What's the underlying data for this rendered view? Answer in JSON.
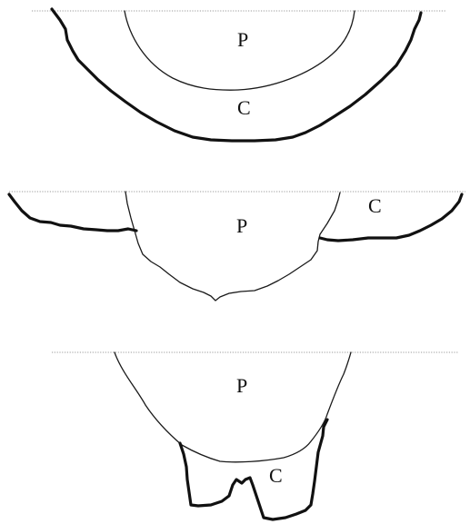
{
  "panels": [
    {
      "inner_label": "P",
      "outer_label": "C"
    },
    {
      "inner_label": "P",
      "outer_label": "C"
    },
    {
      "inner_label": "P",
      "outer_label": "C"
    }
  ]
}
